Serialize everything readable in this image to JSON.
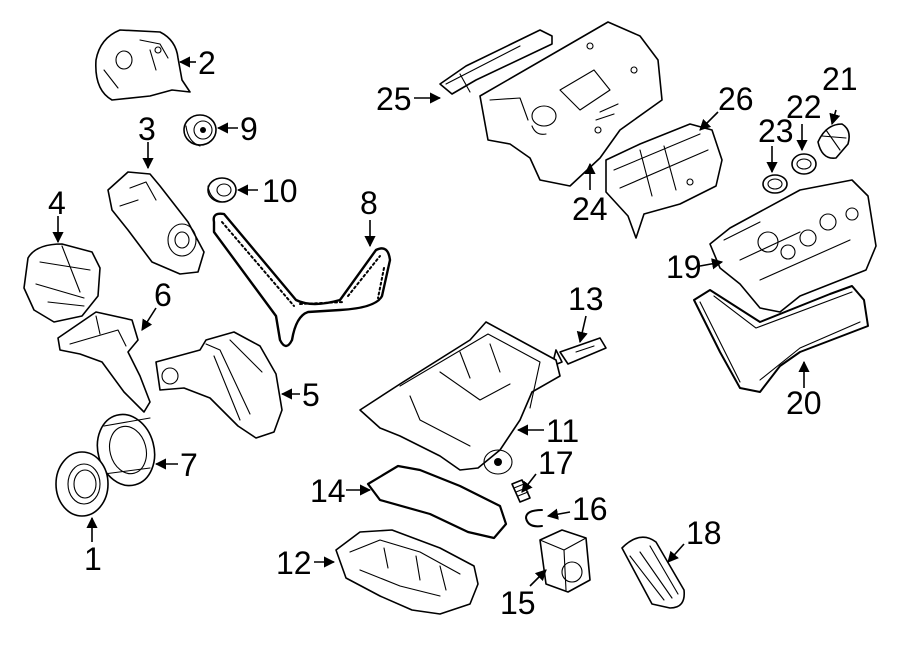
{
  "callouts": [
    {
      "id": "1",
      "label": "1"
    },
    {
      "id": "2",
      "label": "2"
    },
    {
      "id": "3",
      "label": "3"
    },
    {
      "id": "4",
      "label": "4"
    },
    {
      "id": "5",
      "label": "5"
    },
    {
      "id": "6",
      "label": "6"
    },
    {
      "id": "7",
      "label": "7"
    },
    {
      "id": "8",
      "label": "8"
    },
    {
      "id": "9",
      "label": "9"
    },
    {
      "id": "10",
      "label": "10"
    },
    {
      "id": "11",
      "label": "11"
    },
    {
      "id": "12",
      "label": "12"
    },
    {
      "id": "13",
      "label": "13"
    },
    {
      "id": "14",
      "label": "14"
    },
    {
      "id": "15",
      "label": "15"
    },
    {
      "id": "16",
      "label": "16"
    },
    {
      "id": "17",
      "label": "17"
    },
    {
      "id": "18",
      "label": "18"
    },
    {
      "id": "19",
      "label": "19"
    },
    {
      "id": "20",
      "label": "20"
    },
    {
      "id": "21",
      "label": "21"
    },
    {
      "id": "22",
      "label": "22"
    },
    {
      "id": "23",
      "label": "23"
    },
    {
      "id": "24",
      "label": "24"
    },
    {
      "id": "25",
      "label": "25"
    },
    {
      "id": "26",
      "label": "26"
    }
  ],
  "colors": {
    "line": "#000000",
    "background": "#ffffff"
  }
}
